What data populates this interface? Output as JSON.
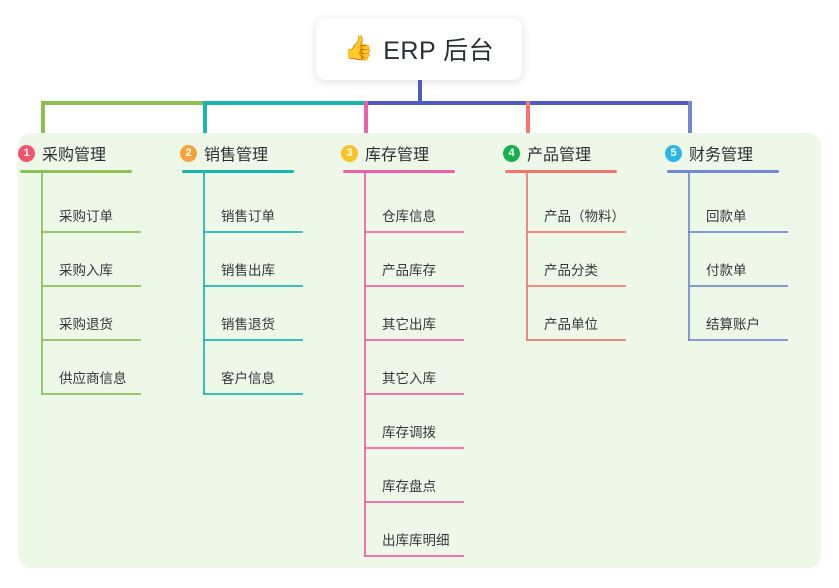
{
  "root": {
    "emoji": "👍",
    "icon_name": "thumbs-up-icon",
    "label": "ERP 后台"
  },
  "theme": {
    "panel_bg": "#eef8e8",
    "page_bg": "#ffffff",
    "root_stem": "#4e5bc4",
    "text": "#2b2f33"
  },
  "columns": [
    {
      "number": "1",
      "title": "采购管理",
      "badge_color": "#f2546b",
      "line_color": "#8cc152",
      "items": [
        {
          "label": "采购订单"
        },
        {
          "label": "采购入库"
        },
        {
          "label": "采购退货"
        },
        {
          "label": "供应商信息"
        }
      ]
    },
    {
      "number": "2",
      "title": "销售管理",
      "badge_color": "#f5a33c",
      "line_color": "#19b6ae",
      "items": [
        {
          "label": "销售订单"
        },
        {
          "label": "销售出库"
        },
        {
          "label": "销售退货"
        },
        {
          "label": "客户信息"
        }
      ]
    },
    {
      "number": "3",
      "title": "库存管理",
      "badge_color": "#f7c325",
      "line_color": "#ef5fa7",
      "items": [
        {
          "label": "仓库信息"
        },
        {
          "label": "产品库存"
        },
        {
          "label": "其它出库"
        },
        {
          "label": "其它入库"
        },
        {
          "label": "库存调拨"
        },
        {
          "label": "库存盘点"
        },
        {
          "label": "出库库明细"
        }
      ]
    },
    {
      "number": "4",
      "title": "产品管理",
      "badge_color": "#18b04a",
      "line_color": "#f4756b",
      "items": [
        {
          "label": "产品（物料）"
        },
        {
          "label": "产品分类"
        },
        {
          "label": "产品单位"
        }
      ]
    },
    {
      "number": "5",
      "title": "财务管理",
      "badge_color": "#2cb6e8",
      "line_color": "#7388d4",
      "items": [
        {
          "label": "回款单"
        },
        {
          "label": "付款单"
        },
        {
          "label": "结算账户"
        }
      ]
    }
  ]
}
